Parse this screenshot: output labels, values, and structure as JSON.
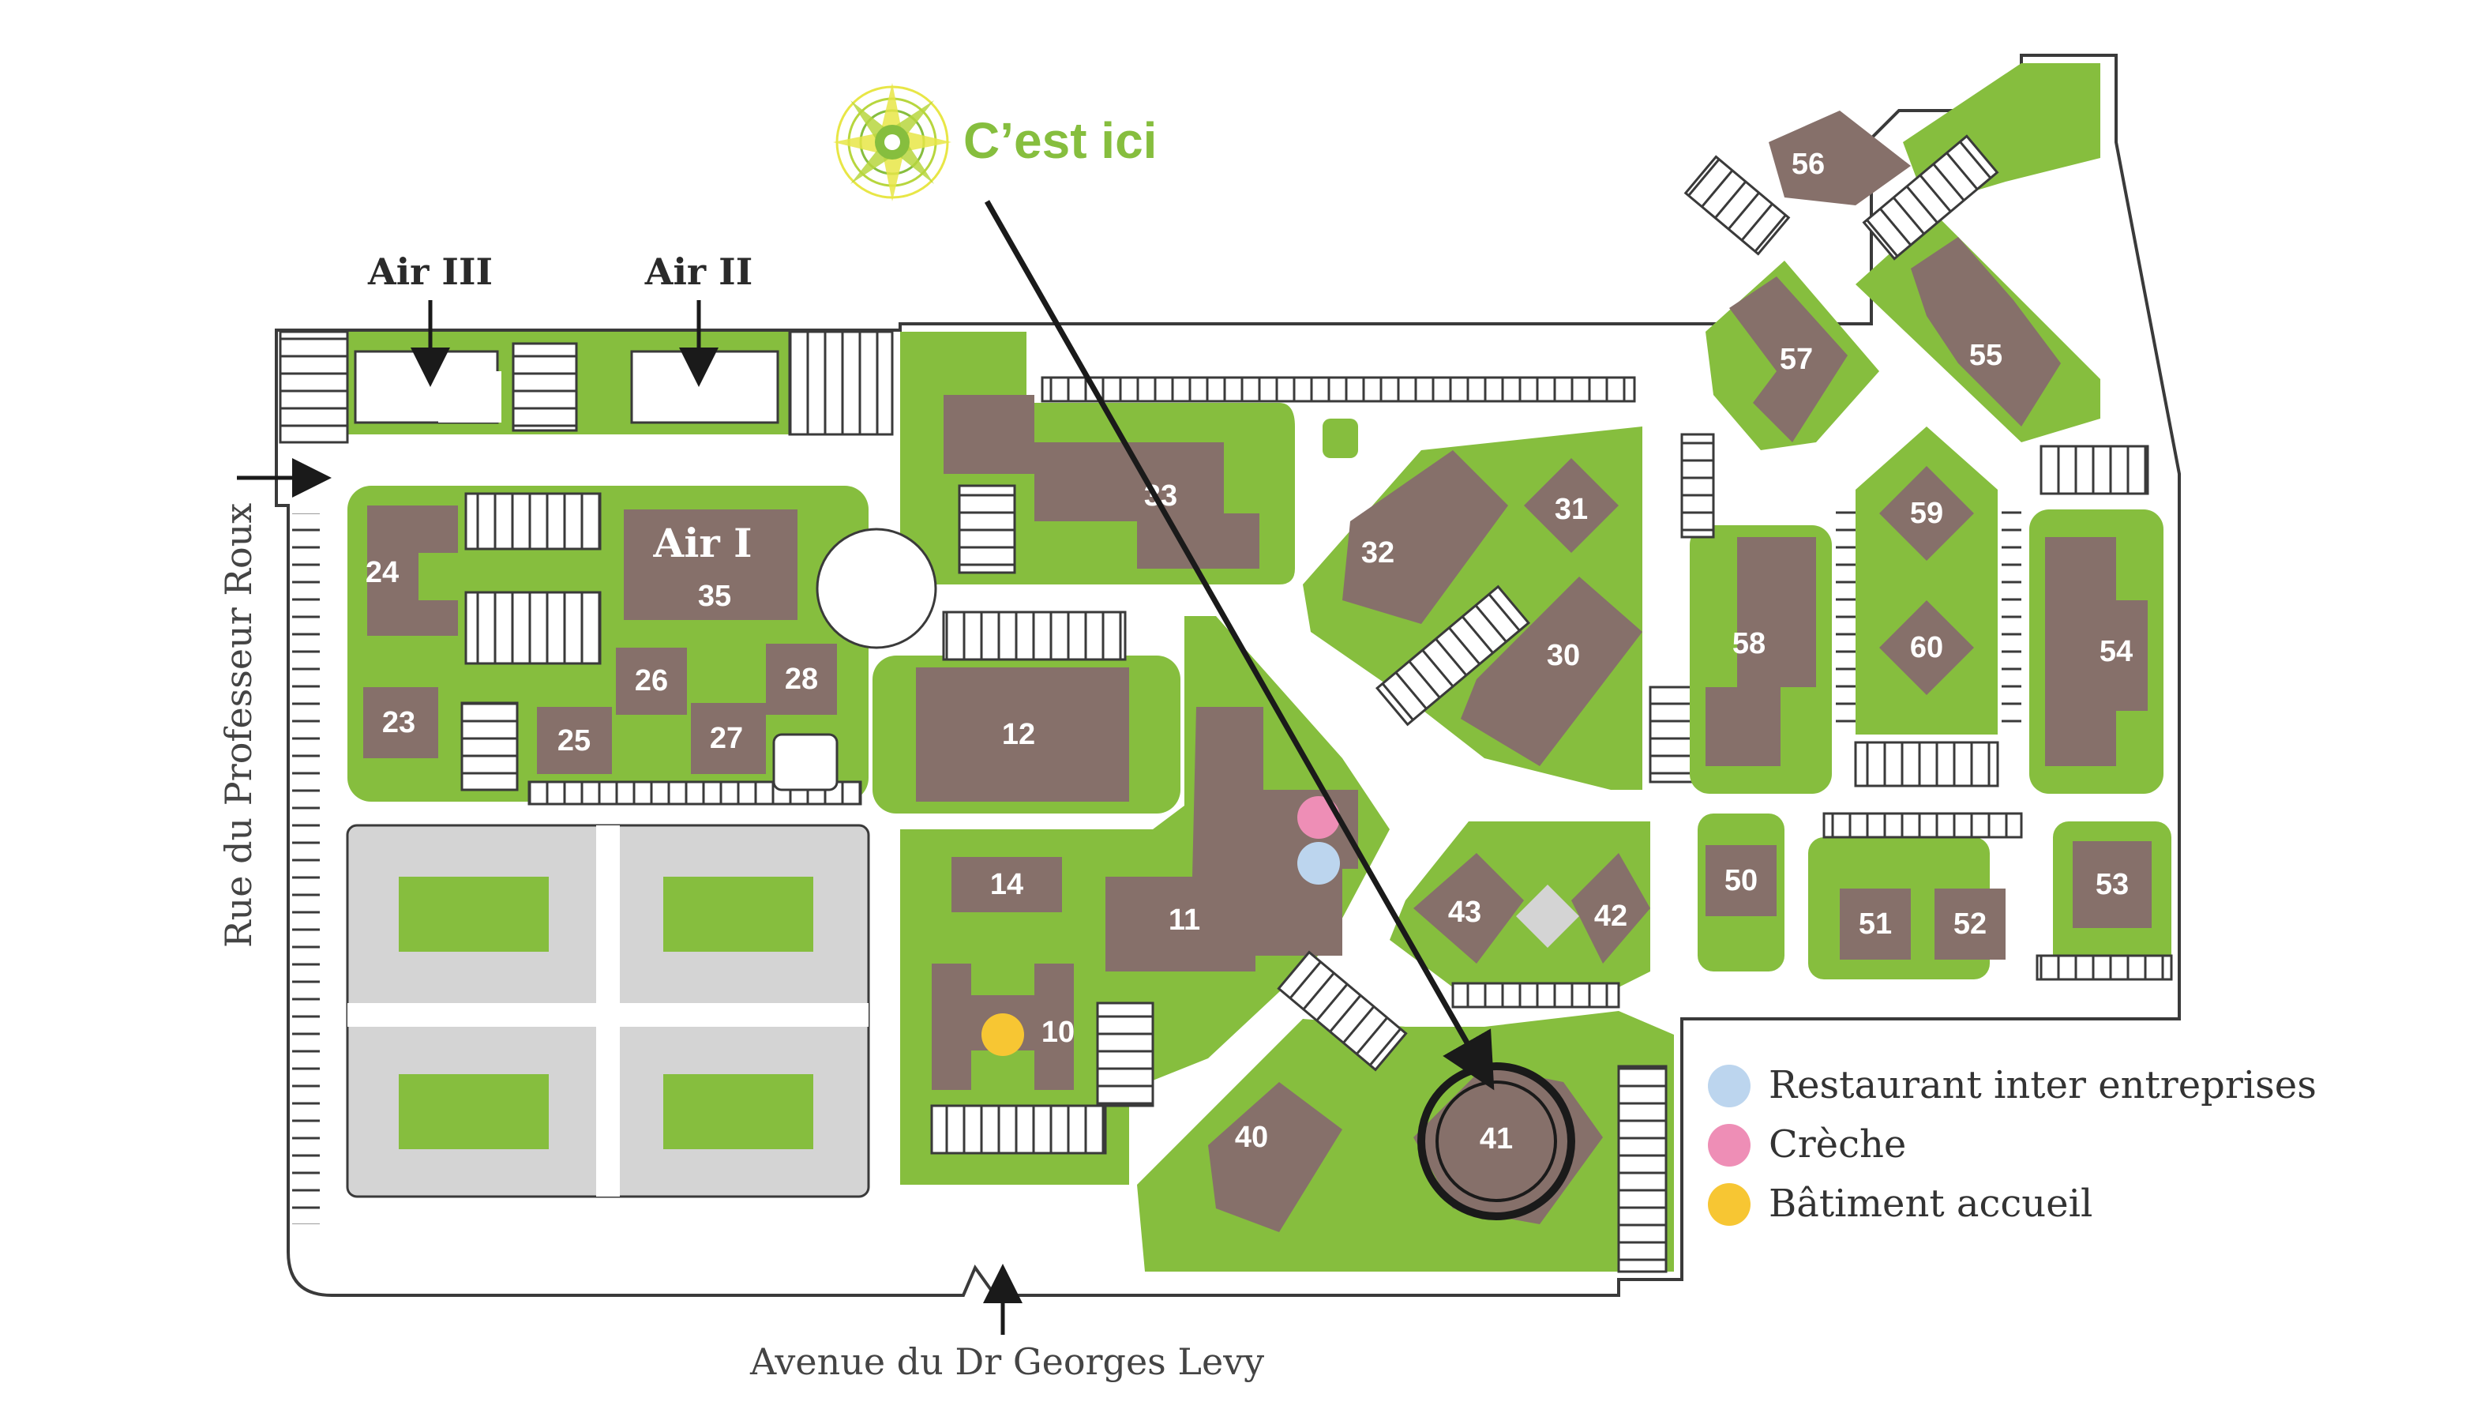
{
  "colors": {
    "green": "#86BE3E",
    "building": "#86706A",
    "road": "#ffffff",
    "outline": "#3a3a3a",
    "gray_court": "#D4D4D4",
    "accent_text": "#86BE3E",
    "marker_restaurant": "#BCD5EE",
    "marker_creche": "#EE8EB6",
    "marker_accueil": "#F7C633"
  },
  "headline": {
    "label": "C’est ici",
    "icon": "sunburst-logo-icon"
  },
  "air_titles": {
    "air3": "Air III",
    "air2": "Air II",
    "air1": "Air I"
  },
  "streets": {
    "west": "Rue du Professeur Roux",
    "south": "Avenue du Dr Georges Levy"
  },
  "buildings": {
    "b33": "33",
    "b31": "31",
    "b32": "32",
    "b30": "30",
    "b24": "24",
    "b35": "35",
    "b26": "26",
    "b28": "28",
    "b23": "23",
    "b25": "25",
    "b27": "27",
    "b12": "12",
    "b14": "14",
    "b11": "11",
    "b10": "10",
    "b40": "40",
    "b41": "41",
    "b43": "43",
    "b42": "42",
    "b50": "50",
    "b51": "51",
    "b52": "52",
    "b53": "53",
    "b54": "54",
    "b55": "55",
    "b56": "56",
    "b57": "57",
    "b58": "58",
    "b59": "59",
    "b60": "60"
  },
  "legend": [
    {
      "label": "Restaurant inter entreprises",
      "color": "#BCD5EE"
    },
    {
      "label": "Crèche",
      "color": "#EE8EB6"
    },
    {
      "label": "Bâtiment accueil",
      "color": "#F7C633"
    }
  ]
}
